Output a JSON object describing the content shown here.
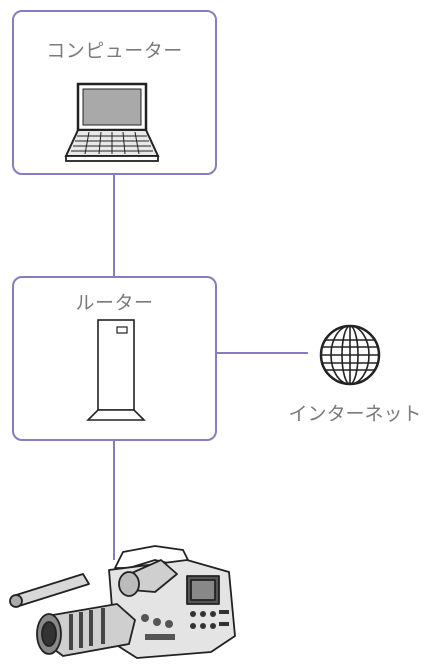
{
  "nodes": {
    "computer": {
      "label": "コンピューター"
    },
    "router": {
      "label": "ルーター"
    },
    "internet": {
      "label": "インターネット"
    }
  },
  "colors": {
    "box_border": "#8a7bbf",
    "link": "#8a7bbf",
    "text": "#7a7a7a"
  },
  "icons": [
    "laptop-icon",
    "router-icon",
    "globe-icon",
    "camcorder-icon"
  ]
}
